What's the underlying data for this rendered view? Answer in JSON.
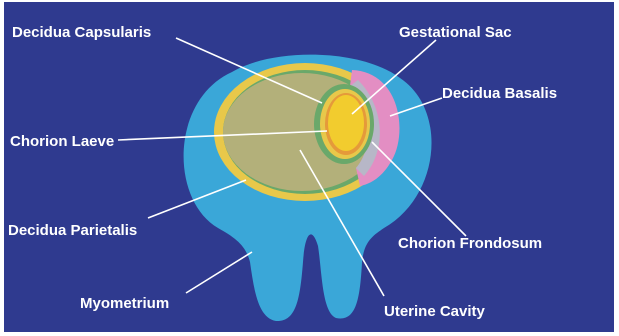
{
  "colors": {
    "background": "#2f3a8f",
    "myometrium": "#3aa7d8",
    "decidua_parietalis": "#e8c84a",
    "chorion_laeve_stroke": "#6aa86a",
    "uterine_cavity": "#b3b07a",
    "gestational_sac": "#f2cc2e",
    "chorion_frondosum": "#b7b7c7",
    "decidua_basalis": "#e38ec3",
    "leader_lines": "#ffffff",
    "label_text": "#ffffff"
  },
  "labels": {
    "decidua_capsularis": "Decidua Capsularis",
    "gestational_sac": "Gestational Sac",
    "decidua_basalis": "Decidua Basalis",
    "chorion_laeve": "Chorion Laeve",
    "decidua_parietalis": "Decidua Parietalis",
    "chorion_frondosum": "Chorion Frondosum",
    "myometrium": "Myometrium",
    "uterine_cavity": "Uterine Cavity"
  }
}
